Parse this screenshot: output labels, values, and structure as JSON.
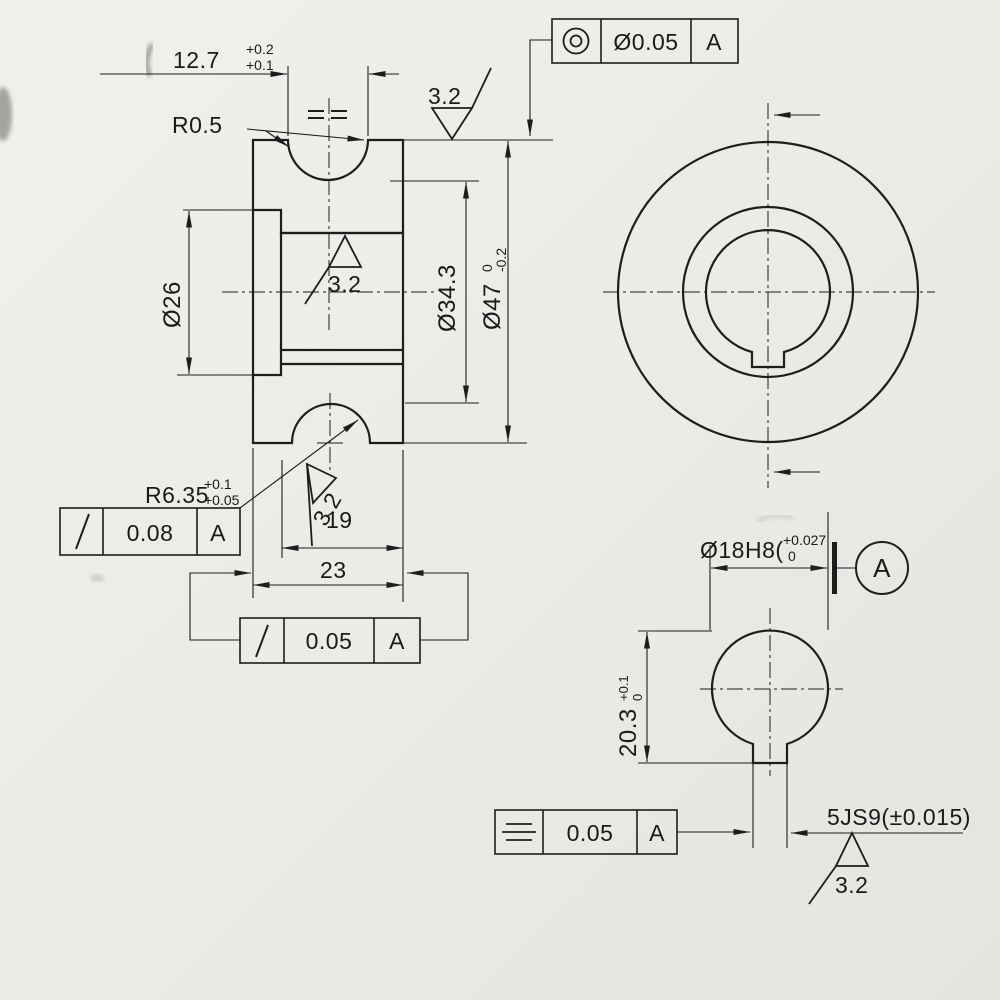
{
  "colors": {
    "paper": "#e9ebe6",
    "ink": "#1d1d1d"
  },
  "section_view": {
    "groove_width": {
      "value": "12.7",
      "tol_upper": "+0.2",
      "tol_lower": "+0.1"
    },
    "corner_radius": "R0.5",
    "groove_radius": {
      "value": "R6.35",
      "tol_upper": "+0.1",
      "tol_lower": "+0.05"
    },
    "recess_diameter": "Ø26",
    "groove_root_diameter": "Ø34.3",
    "outer_diameter": {
      "value": "Ø47",
      "tol_upper": "0",
      "tol_lower": "-0.2"
    },
    "hub_width": "19",
    "overall_width": "23",
    "roughness_top": "3.2",
    "roughness_bore": "3.2",
    "roughness_groove": "3.2"
  },
  "feature_control_frames": {
    "concentricity": {
      "symbol": "concentricity",
      "tolerance": "Ø0.05",
      "datum": "A"
    },
    "runout_groove": {
      "symbol": "circular-runout",
      "tolerance": "0.08",
      "datum": "A"
    },
    "runout_face": {
      "symbol": "circular-runout",
      "tolerance": "0.05",
      "datum": "A"
    },
    "symmetry": {
      "symbol": "symmetry",
      "tolerance": "0.05",
      "datum": "A"
    }
  },
  "keyway_detail": {
    "bore_diameter": {
      "value": "Ø18H8(",
      "tol_upper": "+0.027",
      "tol_lower": "0"
    },
    "datum_label": "A",
    "keyway_depth": {
      "value": "20.3",
      "tol_upper": "+0.1",
      "tol_lower": "0"
    },
    "keyway_width": "5JS9(±0.015)",
    "roughness_keyway": "3.2"
  }
}
